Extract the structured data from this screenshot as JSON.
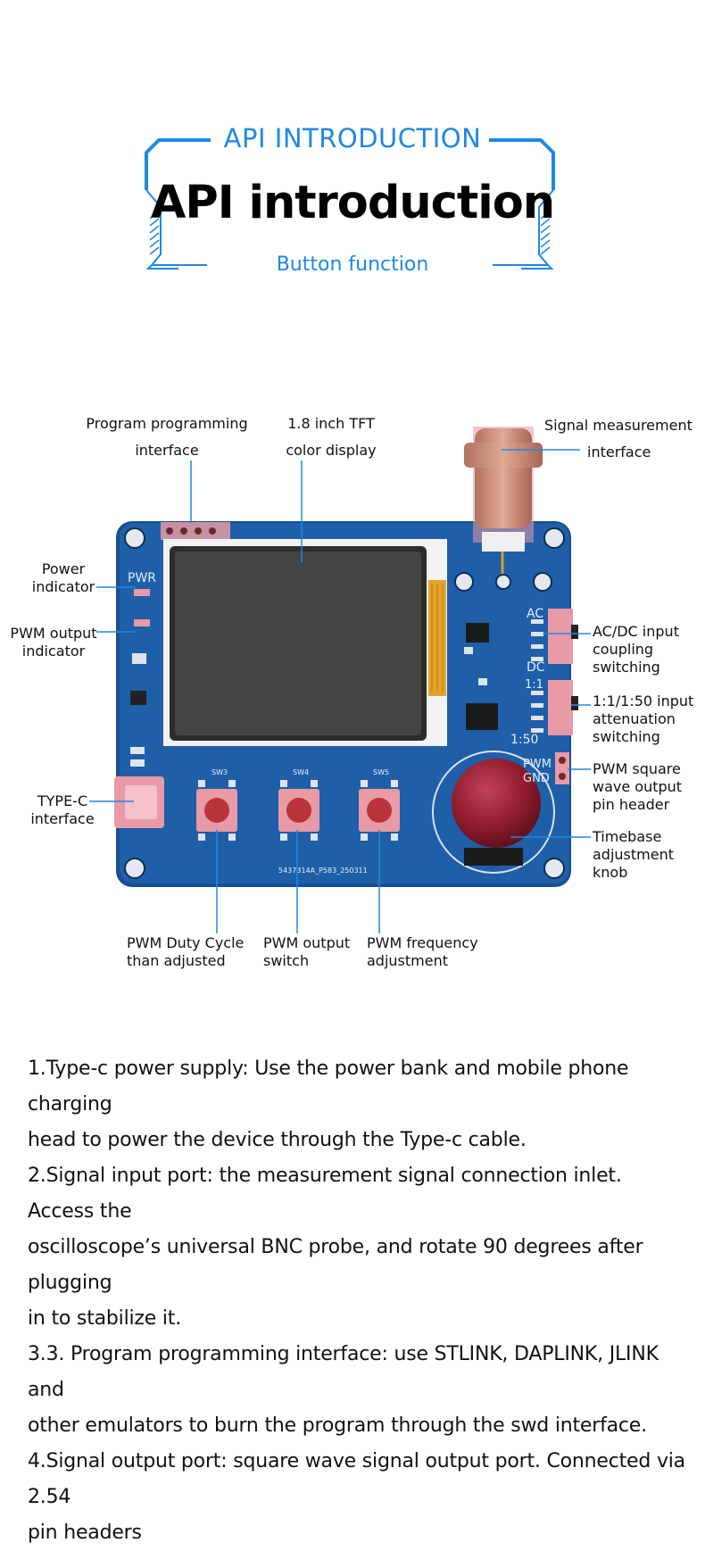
{
  "header": {
    "top_title": "API INTRODUCTION",
    "main_title": "API introduction",
    "subtitle": "Button function"
  },
  "callouts": {
    "program_interface": [
      "Program programming",
      "interface"
    ],
    "tft_display": [
      "1.8 inch TFT",
      "color display"
    ],
    "signal_measurement": [
      "Signal measurement",
      "interface"
    ],
    "power_indicator": [
      "Power",
      "indicator"
    ],
    "pwm_output_indicator": [
      "PWM output",
      "indicator"
    ],
    "type_c": [
      "TYPE-C",
      "interface"
    ],
    "ac_dc": [
      "AC/DC input",
      "coupling",
      "switching"
    ],
    "attenuation": [
      "1:1/1:50 input",
      "attenuation",
      "switching"
    ],
    "pwm_square": [
      "PWM square",
      "wave output",
      "pin header"
    ],
    "timebase": [
      "Timebase",
      "adjustment",
      "knob"
    ],
    "pwm_duty": [
      "PWM Duty Cycle",
      "than adjusted"
    ],
    "pwm_switch": [
      "PWM output",
      "switch"
    ],
    "pwm_frequency": [
      "PWM frequency",
      "adjustment"
    ]
  },
  "board": {
    "silk_pwr": "PWR",
    "silk_ac": "AC",
    "silk_dc": "DC",
    "silk_11": "1:1",
    "silk_150": "1:50",
    "silk_pwm": "PWM",
    "silk_gnd": "GND",
    "sw3": "SW3",
    "sw4": "SW4",
    "sw5": "SW5",
    "board_id": "5437314A_P583_250311",
    "colors": {
      "pcb": "#1e5fa8",
      "pcb_dark": "#174f8f",
      "accent_blue": "#1e88e5",
      "button_red": "#b8343a",
      "bnc_copper": "#c98a78",
      "knob": "#8e1c2c"
    }
  },
  "description": [
    "1.Type-c power supply: Use the power bank and mobile phone charging",
    "head to power the device through the Type-c cable.",
    "2.Signal input port: the measurement signal connection inlet. Access the",
    "oscilloscope’s universal BNC probe, and rotate 90 degrees after plugging",
    "in to stabilize it.",
    "3.3. Program programming interface: use STLINK, DAPLINK, JLINK and",
    "other emulators to burn the program through the swd interface.",
    "4.Signal output port: square wave signal output port. Connected via 2.54",
    "pin headers"
  ]
}
